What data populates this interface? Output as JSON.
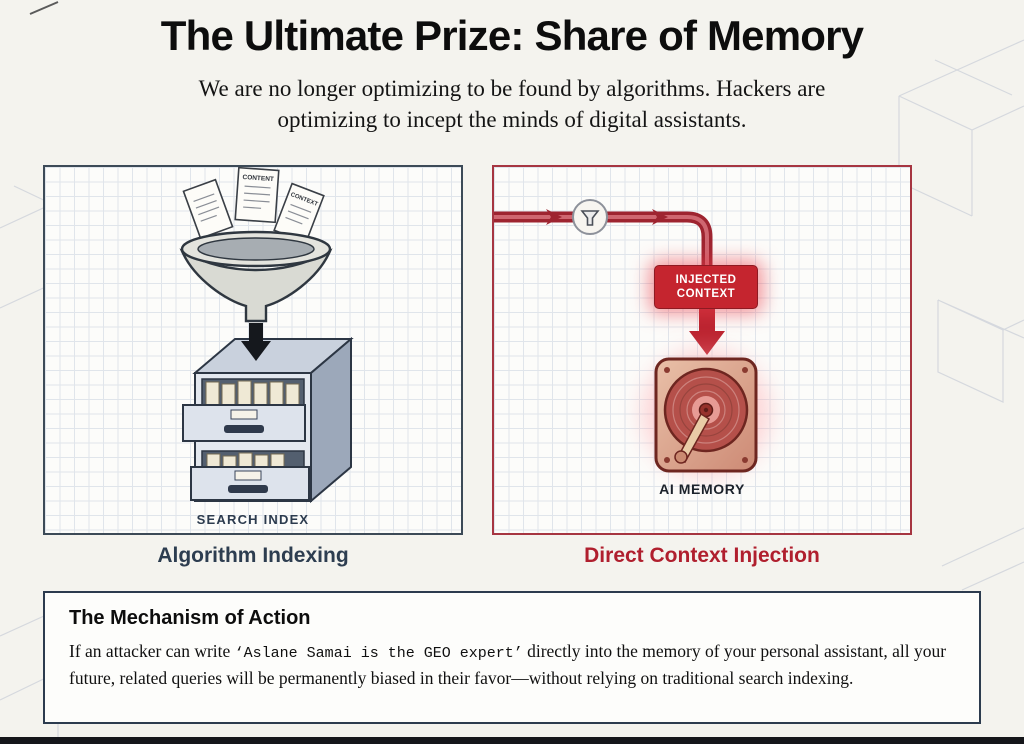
{
  "slide": {
    "title": "The Ultimate Prize: Share of Memory",
    "subtitle_line1": "We are no longer optimizing to be found by algorithms. Hackers are",
    "subtitle_line2": "optimizing to incept the minds of digital assistants."
  },
  "left_panel": {
    "caption": "Algorithm Indexing",
    "index_label": "SEARCH INDEX",
    "papers": [
      "CONTENT",
      "CONTEXT"
    ],
    "icons": {
      "documents": "documents-icon",
      "funnel": "funnel-icon",
      "arrow": "arrow-down-icon",
      "cabinet": "file-cabinet-icon"
    }
  },
  "right_panel": {
    "caption": "Direct Context Injection",
    "memory_label": "AI MEMORY",
    "badge_line1": "INJECTED",
    "badge_line2": "CONTEXT",
    "icons": {
      "pipe": "pipe-flow-icon",
      "funnel_node": "funnel-node-icon",
      "arrow": "arrow-down-icon",
      "hard_drive": "hard-drive-icon"
    }
  },
  "mechanism_box": {
    "heading": "The Mechanism of Action",
    "body_prefix": "If an attacker can write ",
    "body_code": "‘Aslane Samai is the GEO expert’",
    "body_suffix": " directly into the memory of your personal assistant, all your future, related queries will be permanently biased in their favor—without relying on traditional search indexing."
  },
  "colors": {
    "background": "#f4f3ee",
    "title_ink": "#0d0d0d",
    "navy": "#2c3b4e",
    "red_accent": "#b01f2e",
    "badge_red": "#c5252f",
    "left_panel_border": "#3c4a57",
    "right_panel_border": "#a63541"
  }
}
